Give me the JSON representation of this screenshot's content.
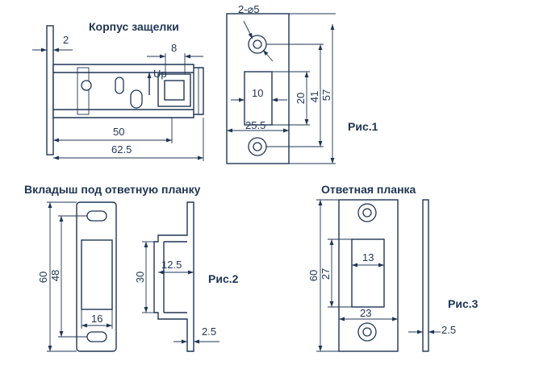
{
  "colors": {
    "ink": "#1f3554",
    "background": "#ffffff"
  },
  "titles": {
    "latch_body": "Корпус защелки",
    "strike_insert": "Вкладыш под ответную планку",
    "strike_plate": "Ответная планка"
  },
  "figures": {
    "fig1": "Рис.1",
    "fig2": "Рис.2",
    "fig3": "Рис.3"
  },
  "fig1": {
    "thickness": "2",
    "square": "8",
    "up_label": "Up",
    "backset": "50",
    "length": "62.5",
    "holes": "2-⌀5",
    "slot_width": "10",
    "plate_width": "25.5",
    "slot_height": "20",
    "hole_spacing": "41",
    "plate_height": "57"
  },
  "fig2": {
    "height": "60",
    "hole_spacing": "48",
    "width": "16",
    "depth": "30",
    "offset": "12.5",
    "thickness": "2.5"
  },
  "fig3": {
    "height": "60",
    "slot_height": "27",
    "slot_width": "13",
    "width": "23",
    "thickness": "2.5"
  }
}
